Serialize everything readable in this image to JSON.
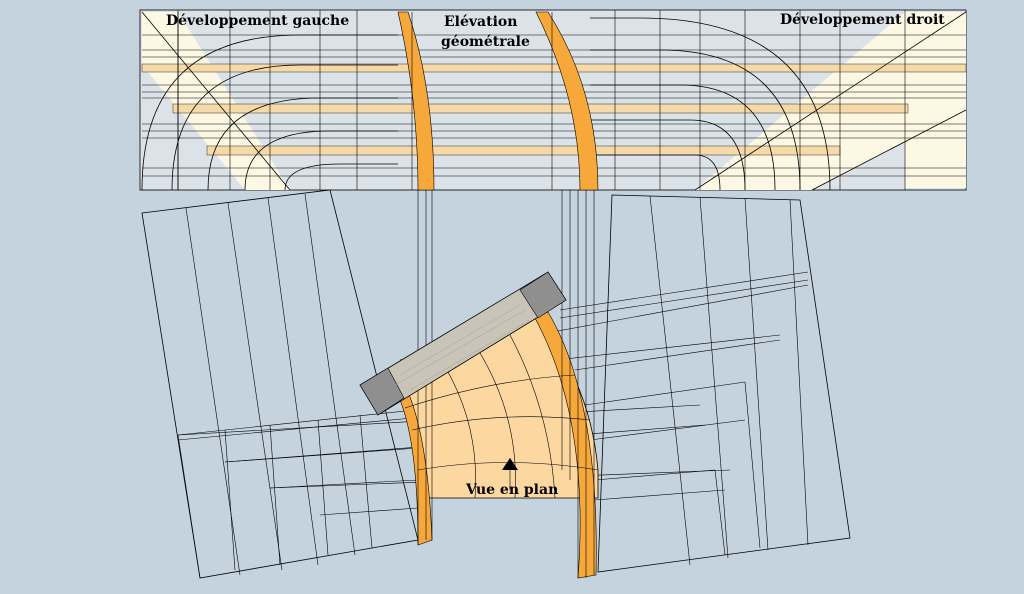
{
  "labels": {
    "dev_gauche": "Développement gauche",
    "elevation_line1": "Elévation",
    "elevation_line2": "géométrale",
    "dev_droit": "Développement droit",
    "vue_en_plan": "Vue en plan"
  },
  "colors": {
    "background": "#c4d3de",
    "pale_fill": "#fdf8e4",
    "orange_light": "#fcd7a0",
    "orange": "#f7a83a",
    "stone_gray": "#9e9e9e",
    "stone_light": "#c9c4b8",
    "line": "#000000"
  },
  "icons": {
    "north_marker": "triangle-marker-icon"
  }
}
